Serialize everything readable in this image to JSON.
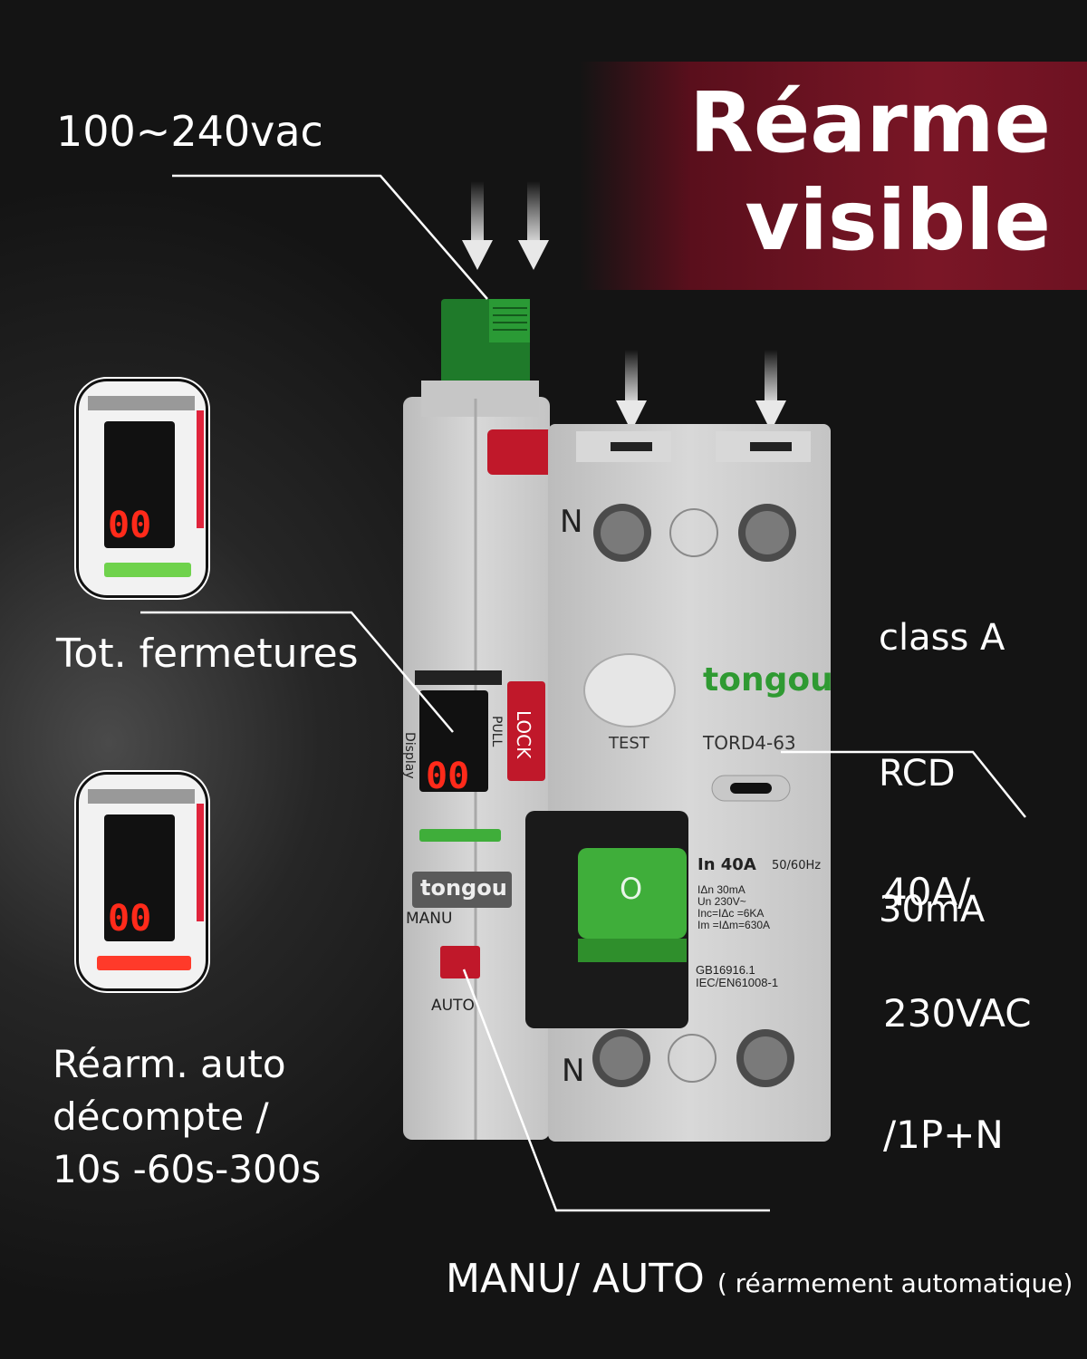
{
  "headline": {
    "line1": "Réarme",
    "line2": "visible"
  },
  "labels": {
    "voltage": "100~240vac",
    "total_closures": "Tot. fermetures",
    "auto_reset": "Réarm. auto\ndécompte /\n10s -60s-300s",
    "spec_class": "class A",
    "spec_type": "RCD",
    "spec_current": "30mA",
    "rating_line1": "40A/",
    "rating_line2": "230VAC",
    "rating_line3": "/1P+N",
    "mode": "MANU/ AUTO",
    "mode_note": "( réarmement automatique)"
  },
  "device": {
    "brand": "tongou",
    "model": "TORD4-63",
    "test_label": "TEST",
    "neutral_mark": "N",
    "lock_label": "LOCK",
    "pull_label": "PULL",
    "display_label": "Display",
    "manu_label": "MANU",
    "auto_label": "AUTO",
    "lever_mark": "O",
    "rating_in": "In 40A",
    "freq": "50/60Hz",
    "rating_details": [
      "IΔn 30mA",
      "Un 230V~",
      "Inc=IΔc =6KA",
      "Im =IΔm=630A"
    ],
    "standards": [
      "GB16916.1",
      "IEC/EN61008-1"
    ],
    "display_digits": "00"
  },
  "colors": {
    "banner": "#7a1626",
    "accent_green": "#3fae3a",
    "led_red": "#ff2a1a",
    "body_grey": "#d4d4d4",
    "lock_red": "#c0182a"
  }
}
